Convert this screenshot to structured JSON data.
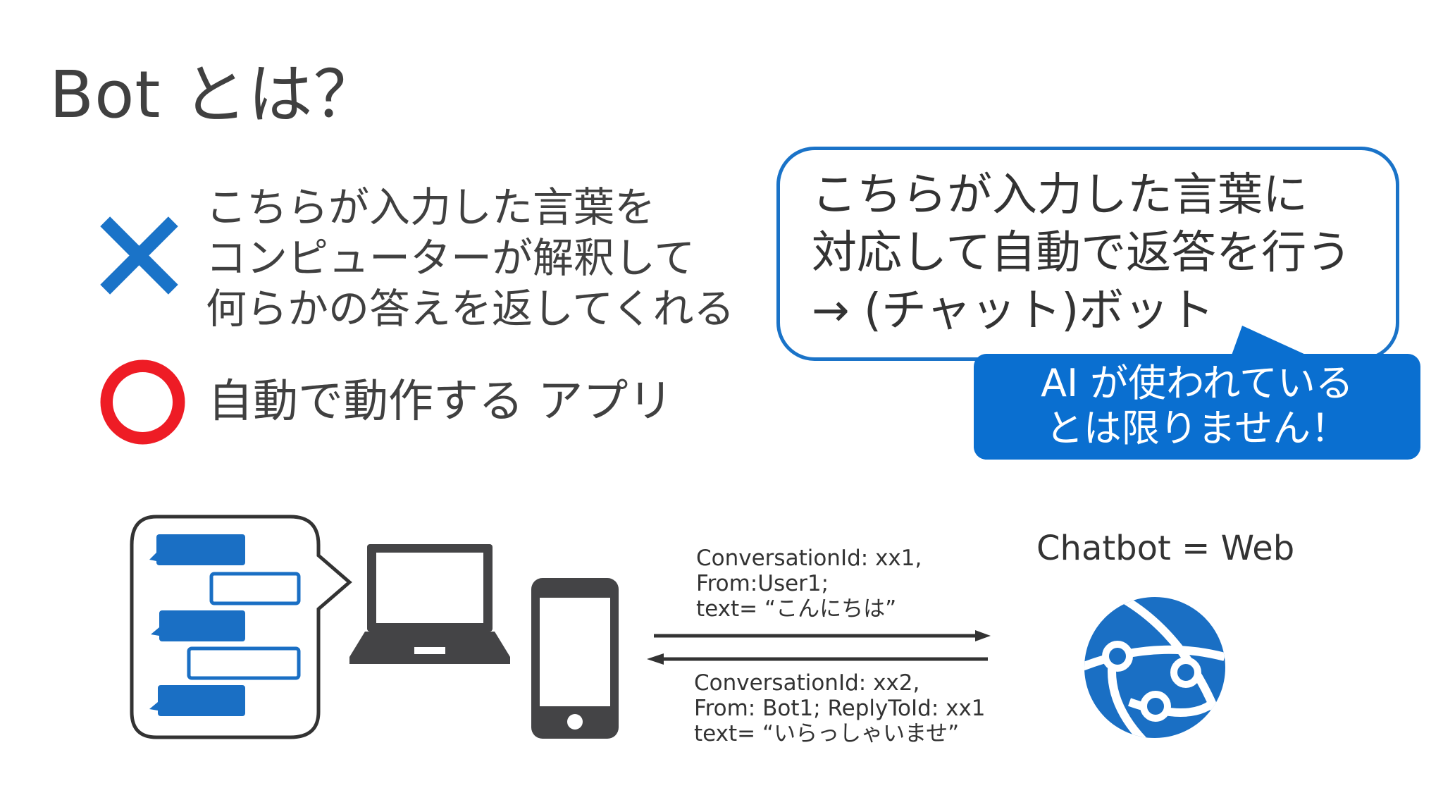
{
  "slide": {
    "title": "Bot とは？"
  },
  "wrong": {
    "icon": "cross-mark-icon",
    "color": "#1a73c8",
    "lines": [
      "こちらが入力した言葉を",
      "コンピューターが解釈して",
      "何らかの答えを返してくれる"
    ]
  },
  "right": {
    "icon": "circle-mark-icon",
    "color": "#ee1c25",
    "text": "自動で動作する アプリ"
  },
  "bubble": {
    "border_color": "#1a73c8",
    "lines": [
      "こちらが入力した言葉に",
      "対応して自動で返答を行う",
      "→ (チャット)ボット"
    ]
  },
  "callout": {
    "color": "#0a6fd0",
    "lines": [
      "AI が使われている",
      "とは限りません！"
    ]
  },
  "diagram": {
    "client_icons": [
      "chat-window-icon",
      "laptop-icon",
      "smartphone-icon"
    ],
    "request": [
      "ConversationId: xx1,",
      "From:User1;",
      "text= “こんにちは”"
    ],
    "response": [
      "ConversationId: xx2,",
      "From: Bot1; ReplyToId: xx1",
      "text= “いらっしゃいませ”"
    ],
    "server_label": "Chatbot = Web",
    "server_icon": "web-app-globe-icon",
    "icon_color": "#444446",
    "accent": "#1a6fc4"
  }
}
